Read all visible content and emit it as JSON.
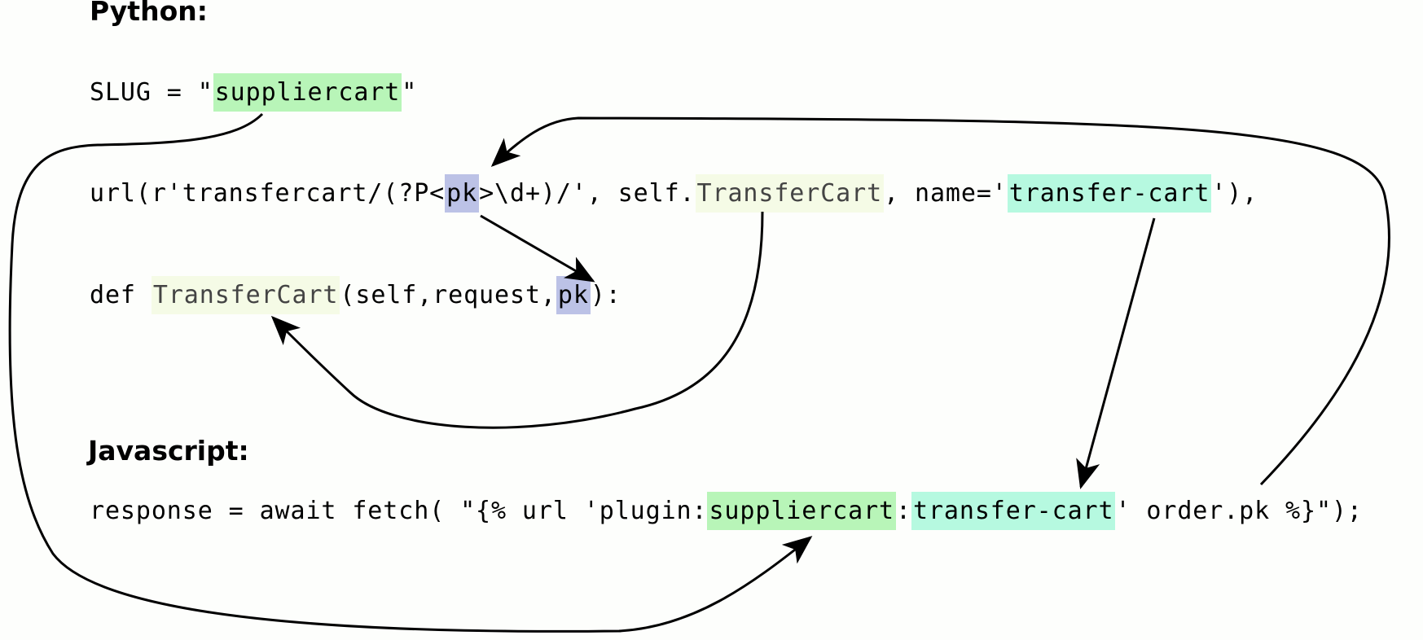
{
  "python": {
    "heading": "Python:",
    "line1": {
      "pre": "SLUG = \"",
      "slug": "suppliercart",
      "post": "\""
    },
    "line2": {
      "pre": "url(r'transfercart/(?P<",
      "pk": "pk",
      "mid1": ">\\d+)/', self.",
      "view": "TransferCart",
      "mid2": ", name='",
      "name": "transfer-cart",
      "post": "'),"
    },
    "line3": {
      "pre": "def ",
      "view": "TransferCart",
      "mid": "(self,request,",
      "pk": "pk",
      "post": "):"
    }
  },
  "javascript": {
    "heading": "Javascript:",
    "line1": {
      "pre": "response = await fetch( \"{% url 'plugin:",
      "slug": "suppliercart",
      "sep": ":",
      "name": "transfer-cart",
      "post": "' order.pk %}\");"
    }
  },
  "colors": {
    "slug": "#b8f5b8",
    "pk": "#bcc2e6",
    "view": "#f5fbe6",
    "name": "#b6f9e0",
    "arrow": "#000000"
  }
}
